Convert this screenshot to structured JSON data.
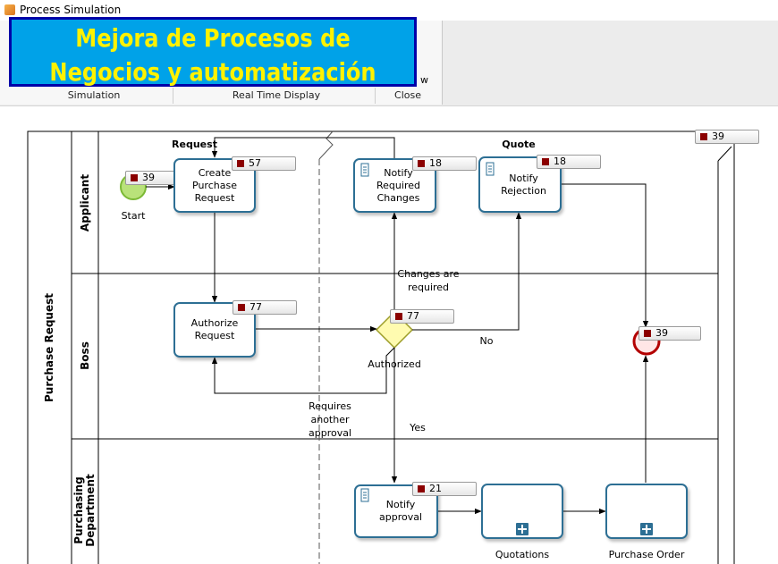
{
  "window": {
    "title": "Process Simulation"
  },
  "banner": {
    "text": "Mejora de Procesos de Negocios y automatización"
  },
  "ribbon": {
    "groups": [
      "Simulation",
      "Real Time Display",
      "Close"
    ],
    "fragment": "w"
  },
  "pool": {
    "name": "Purchase Request"
  },
  "lanes": [
    "Applicant",
    "Boss",
    "Purchasing Department"
  ],
  "milestones": [
    "Request",
    "Quote"
  ],
  "events": {
    "start_label": "Start",
    "start_count": "39",
    "end_count": "39",
    "pool_count": "39"
  },
  "tasks": [
    {
      "label": "Create Purchase Request",
      "count": "57"
    },
    {
      "label": "Notify Required Changes",
      "count": "18"
    },
    {
      "label": "Notify Rejection",
      "count": "18"
    },
    {
      "label": "Authorize Request",
      "count": "77"
    },
    {
      "label": "Notify approval",
      "count": "21"
    },
    {
      "label": "Quotations",
      "count": ""
    },
    {
      "label": "Purchase Order",
      "count": ""
    }
  ],
  "gateway": {
    "label": "Authorized",
    "count": "77"
  },
  "flow_labels": {
    "changes": "Changes are required",
    "no": "No",
    "yes": "Yes",
    "another": "Requires another approval"
  },
  "colors": {
    "banner_bg": "#00a2e8",
    "banner_text": "#fff200",
    "task_border": "#2d6f94",
    "badge_marker": "#8b0000",
    "start_event": "#9bd84a",
    "end_event": "#b30000",
    "gateway": "#fffbb0"
  },
  "icons": [
    "process-simulation-app-icon",
    "scroll-icon",
    "subprocess-plus-icon",
    "counter-square-icon"
  ]
}
